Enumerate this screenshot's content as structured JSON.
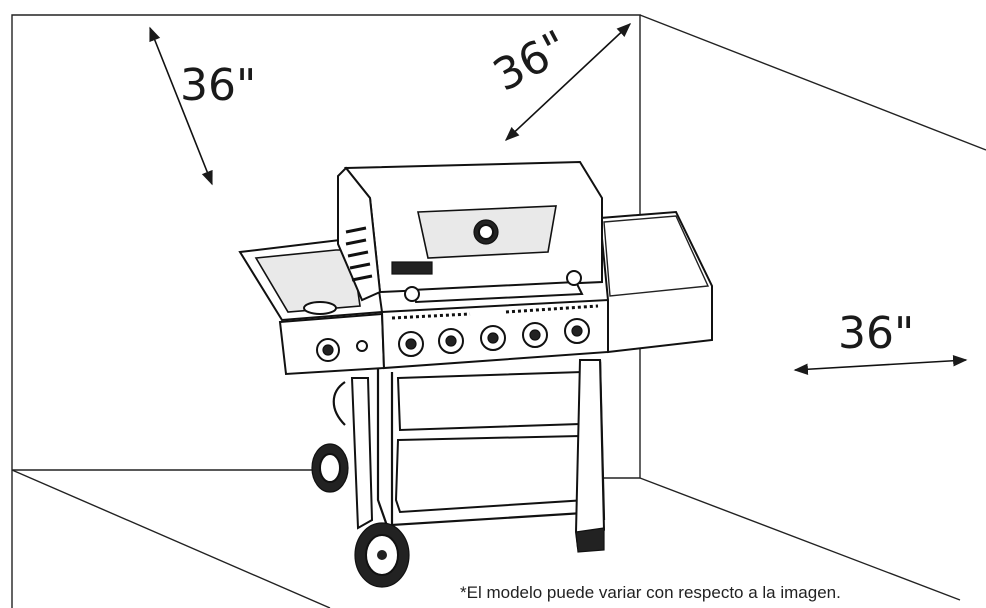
{
  "dimensions": {
    "left_wall": "36\"",
    "back_wall": "36\"",
    "side": "36\""
  },
  "footnote": "*El modelo puede variar con respecto a la imagen.",
  "colors": {
    "line": "#1a1a1a",
    "background": "#ffffff"
  }
}
